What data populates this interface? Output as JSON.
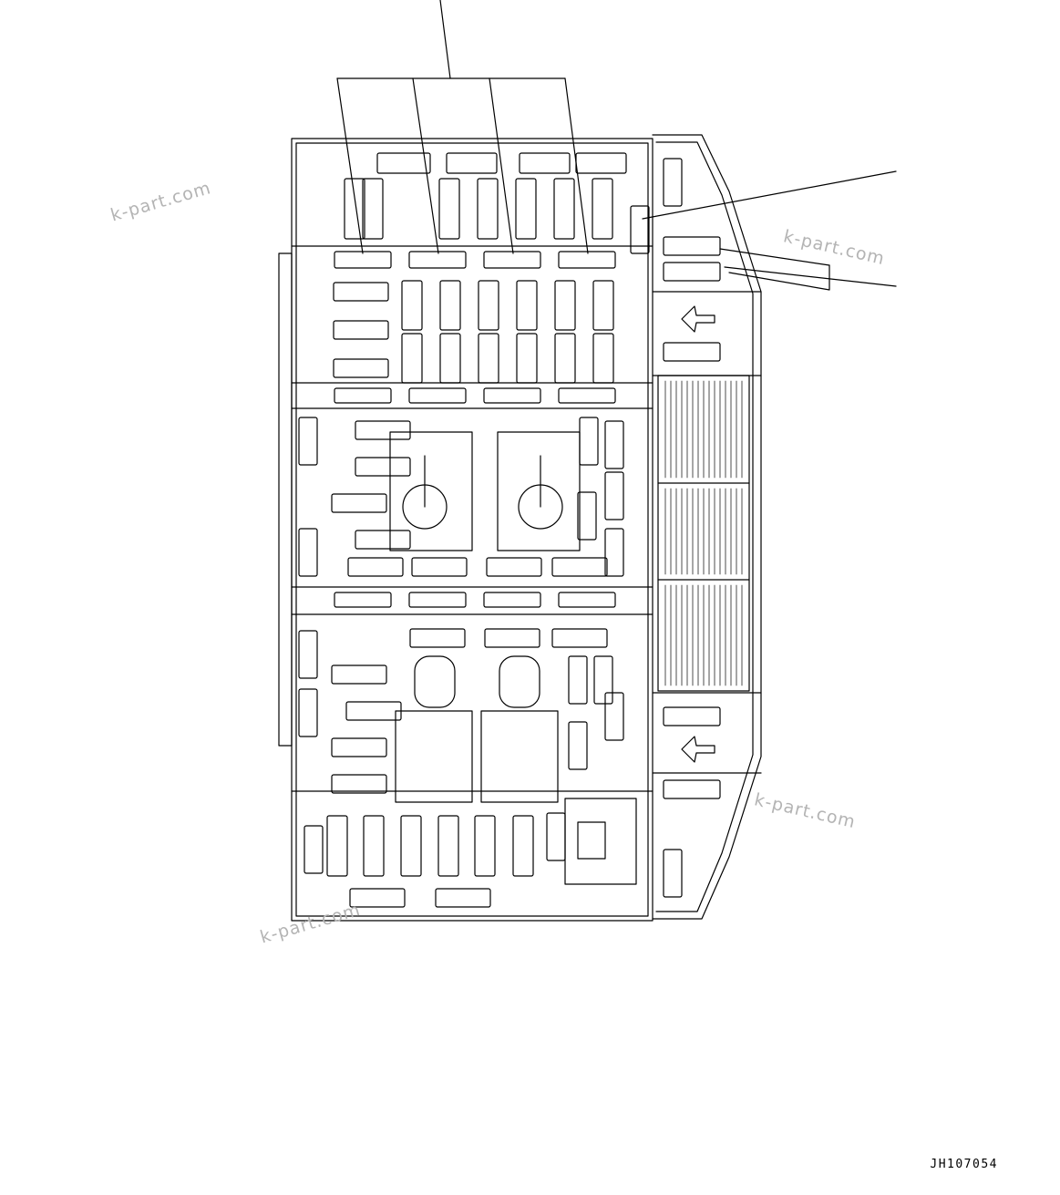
{
  "drawing": {
    "figure_code": "JH107054",
    "watermarks": [
      "k-part.com",
      "k-part.com",
      "k-part.com",
      "k-part.com"
    ]
  }
}
